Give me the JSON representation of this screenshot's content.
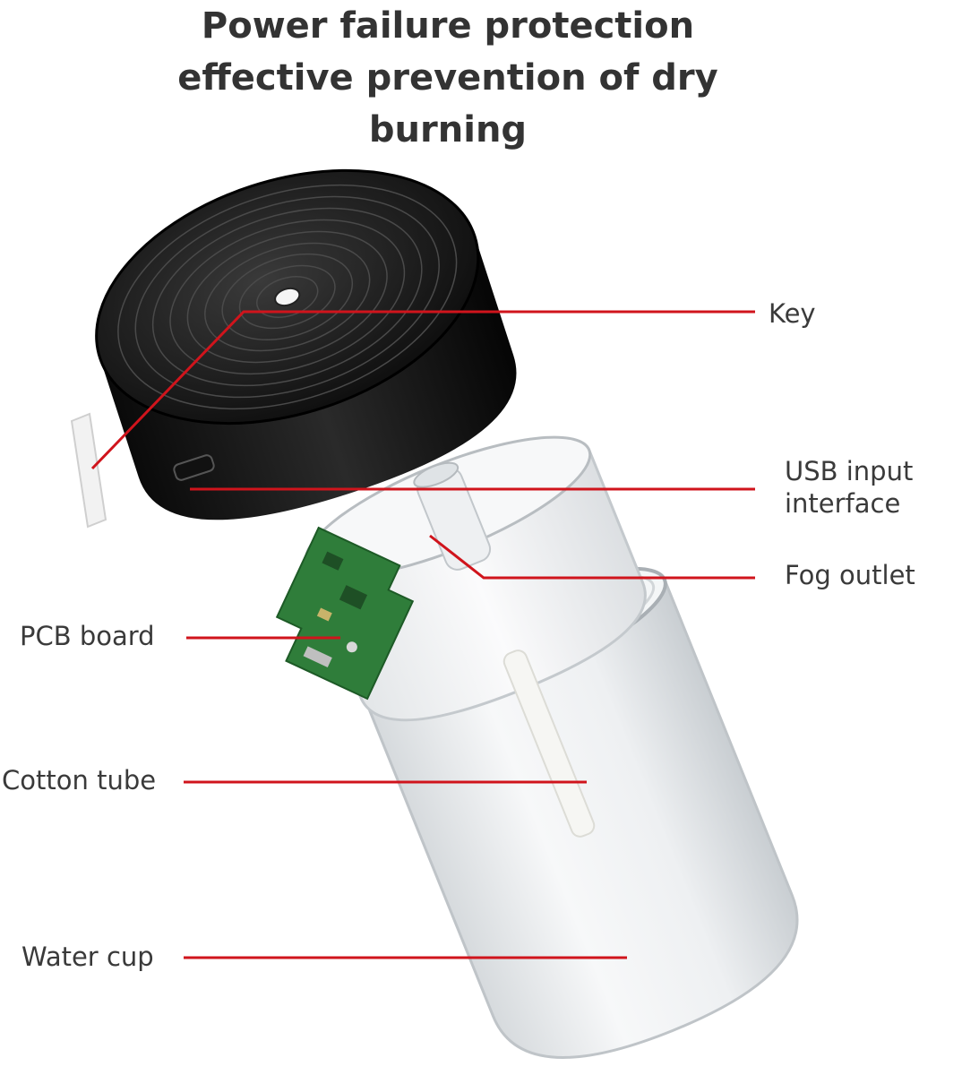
{
  "title": {
    "line1": "Power failure protection",
    "line2": "effective prevention of dry",
    "line3": "burning"
  },
  "labels": {
    "key": "Key",
    "usb_line1": "USB input",
    "usb_line2": "interface",
    "fog_outlet": "Fog outlet",
    "pcb_board": "PCB board",
    "cotton_tube": "Cotton tube",
    "water_cup": "Water cup"
  },
  "colors": {
    "leader_line": "#d0141c",
    "device_body": "#1a1a1a",
    "pcb": "#2f7d3a",
    "cup": "#e8ecef"
  }
}
